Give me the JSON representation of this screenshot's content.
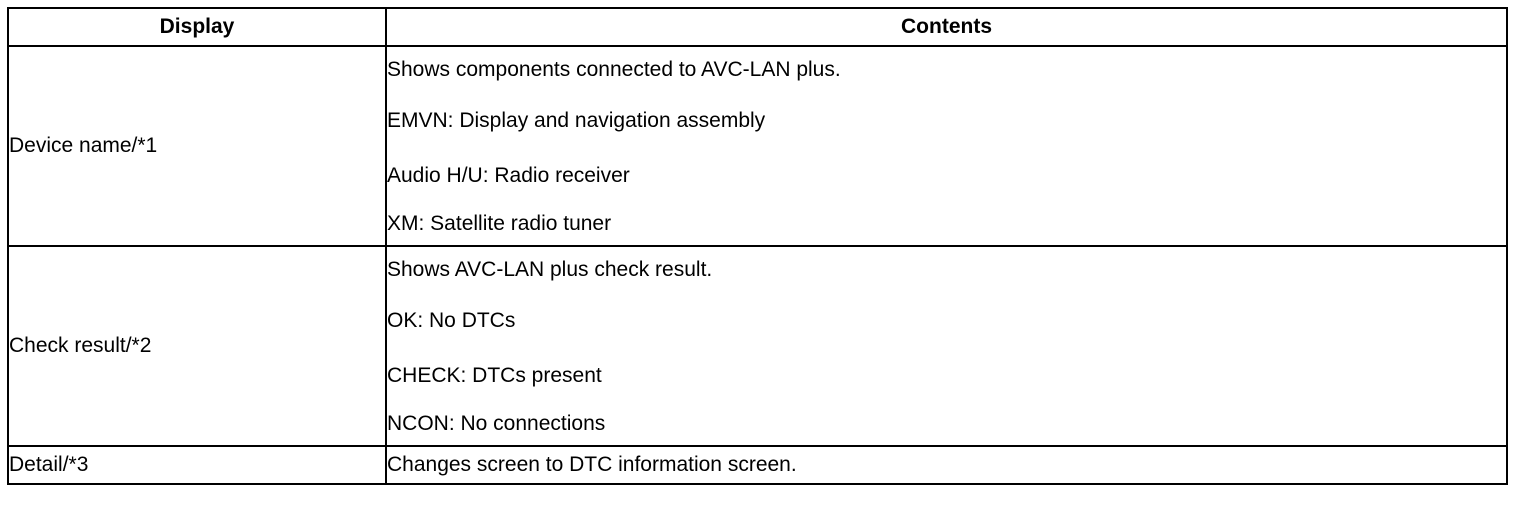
{
  "table": {
    "headers": {
      "display": "Display",
      "contents": "Contents"
    },
    "rows": [
      {
        "display": "Device name/*1",
        "contents": [
          "Shows components connected to AVC-LAN plus.",
          "EMVN: Display and navigation assembly",
          "Audio H/U: Radio receiver",
          "XM: Satellite radio tuner"
        ]
      },
      {
        "display": "Check result/*2",
        "contents": [
          "Shows AVC-LAN plus check result.",
          "OK: No DTCs",
          "CHECK: DTCs present",
          "NCON: No connections"
        ]
      },
      {
        "display": "Detail/*3",
        "contents": [
          "Changes screen to DTC information screen."
        ]
      }
    ]
  }
}
